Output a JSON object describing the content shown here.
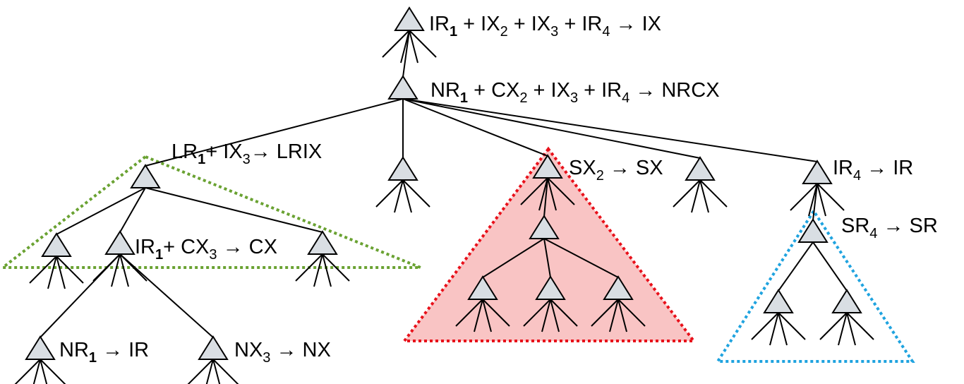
{
  "colors": {
    "node_fill": "#d9dee3",
    "edge": "#000000",
    "green_region": "#6aa232",
    "red_region_border": "#e8101a",
    "red_region_fill": "#f9c4c4",
    "blue_region": "#1fa3df"
  },
  "labels": {
    "root": [
      {
        "t": "IR"
      },
      {
        "t": "1",
        "sub": true,
        "bold": true
      },
      {
        "t": " + IX"
      },
      {
        "t": "2",
        "sub": true
      },
      {
        "t": " + IX"
      },
      {
        "t": "3",
        "sub": true
      },
      {
        "t": " + IR"
      },
      {
        "t": "4",
        "sub": true
      },
      {
        "t": " → IX"
      }
    ],
    "nrcx": [
      {
        "t": "NR"
      },
      {
        "t": "1",
        "sub": true,
        "bold": true
      },
      {
        "t": " + CX"
      },
      {
        "t": "2",
        "sub": true
      },
      {
        "t": " + IX"
      },
      {
        "t": "3",
        "sub": true
      },
      {
        "t": " + IR"
      },
      {
        "t": "4",
        "sub": true
      },
      {
        "t": " → NRCX"
      }
    ],
    "lrix": [
      {
        "t": "LR"
      },
      {
        "t": "1",
        "sub": true,
        "bold": true
      },
      {
        "t": "+ IX"
      },
      {
        "t": "3",
        "sub": true
      },
      {
        "t": "→ LRIX"
      }
    ],
    "cx": [
      {
        "t": "IR"
      },
      {
        "t": "1",
        "sub": true,
        "bold": true
      },
      {
        "t": "+ CX"
      },
      {
        "t": "3",
        "sub": true
      },
      {
        "t": " → CX"
      }
    ],
    "nr": [
      {
        "t": "NR"
      },
      {
        "t": "1",
        "sub": true,
        "bold": true
      },
      {
        "t": " → IR"
      }
    ],
    "nx": [
      {
        "t": "NX"
      },
      {
        "t": "3",
        "sub": true
      },
      {
        "t": " → NX"
      }
    ],
    "sx": [
      {
        "t": "SX"
      },
      {
        "t": "2",
        "sub": true
      },
      {
        "t": " → SX"
      }
    ],
    "ir": [
      {
        "t": "IR"
      },
      {
        "t": "4",
        "sub": true
      },
      {
        "t": " → IR"
      }
    ],
    "sr": [
      {
        "t": "SR"
      },
      {
        "t": "4",
        "sub": true
      },
      {
        "t": " → SR"
      }
    ]
  }
}
